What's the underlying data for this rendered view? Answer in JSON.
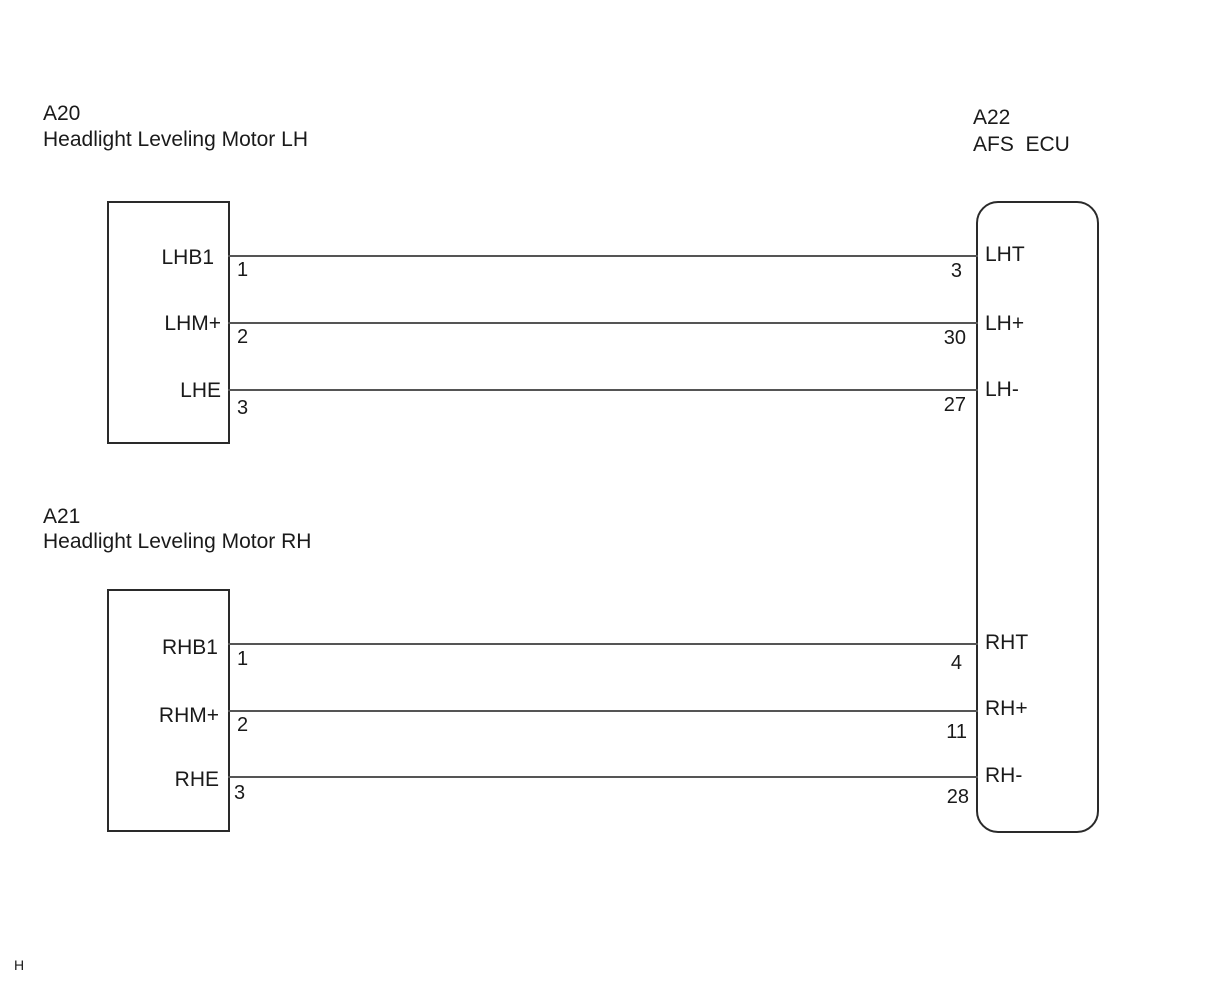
{
  "connectors": {
    "lh_motor": {
      "code": "A20",
      "name": "Headlight Leveling Motor LH"
    },
    "rh_motor": {
      "code": "A21",
      "name": "Headlight Leveling Motor RH"
    },
    "ecu": {
      "code": "A22",
      "name": "AFS  ECU"
    }
  },
  "wires": [
    {
      "from_label": "LHB1",
      "from_pin": "1",
      "to_pin": "3",
      "to_label": "LHT"
    },
    {
      "from_label": "LHM+",
      "from_pin": "2",
      "to_pin": "30",
      "to_label": "LH+"
    },
    {
      "from_label": "LHE",
      "from_pin": "3",
      "to_pin": "27",
      "to_label": "LH-"
    },
    {
      "from_label": "RHB1",
      "from_pin": "1",
      "to_pin": "4",
      "to_label": "RHT"
    },
    {
      "from_label": "RHM+",
      "from_pin": "2",
      "to_pin": "11",
      "to_label": "RH+"
    },
    {
      "from_label": "RHE",
      "from_pin": "3",
      "to_pin": "28",
      "to_label": "RH-"
    }
  ],
  "corner_mark": "H"
}
